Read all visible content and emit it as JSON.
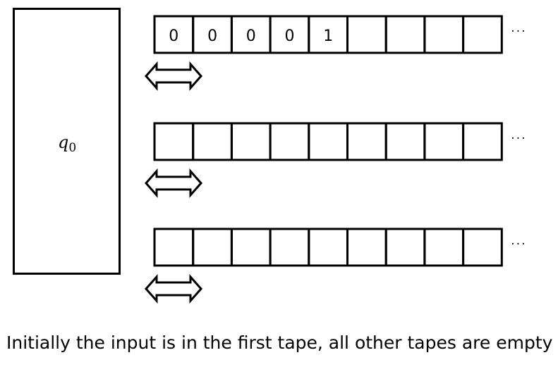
{
  "control": {
    "state_base": "q",
    "state_sub": "0"
  },
  "tapes": [
    {
      "cells": [
        "0",
        "0",
        "0",
        "0",
        "1",
        "",
        "",
        "",
        ""
      ],
      "continuation": "···",
      "head_position": 0
    },
    {
      "cells": [
        "",
        "",
        "",
        "",
        "",
        "",
        "",
        "",
        ""
      ],
      "continuation": "···",
      "head_position": 0
    },
    {
      "cells": [
        "",
        "",
        "",
        "",
        "",
        "",
        "",
        "",
        ""
      ],
      "continuation": "···",
      "head_position": 0
    }
  ],
  "caption": "Initially the input is in the first tape, all other tapes are empty",
  "colors": {
    "stroke": "#000000",
    "background": "#ffffff"
  }
}
